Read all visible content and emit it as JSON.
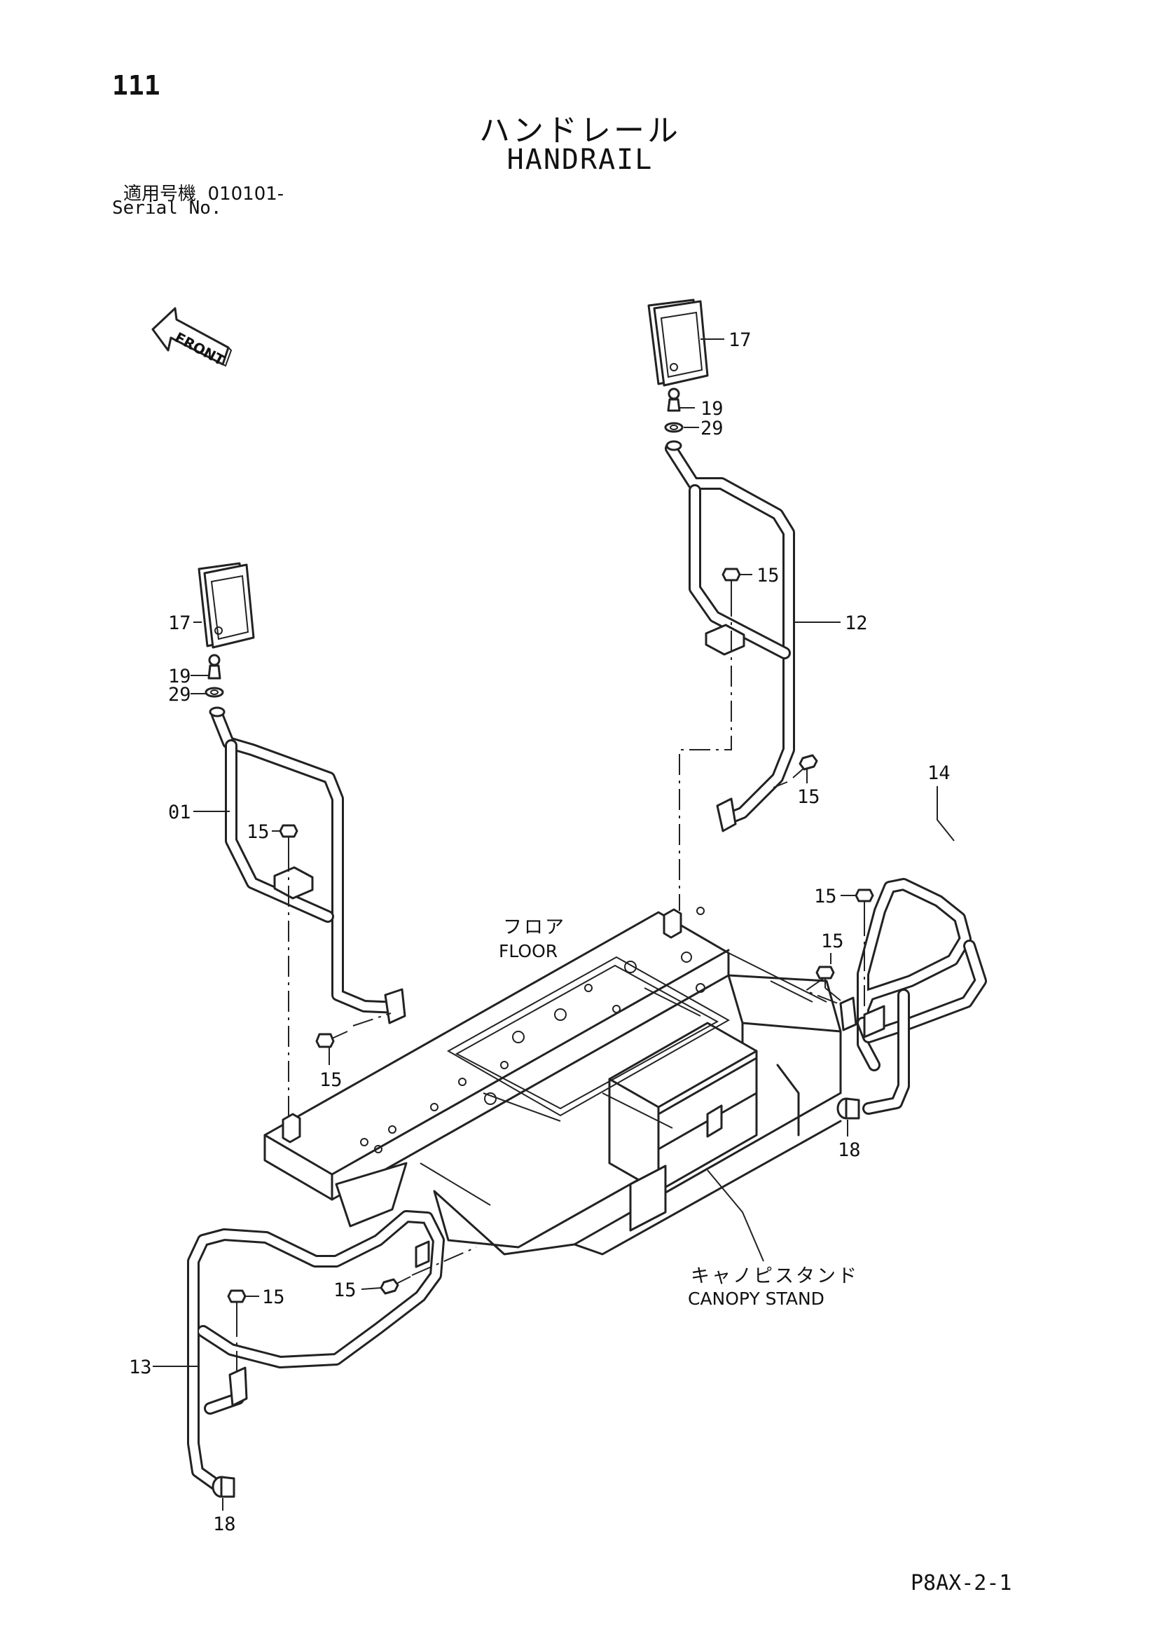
{
  "header": {
    "page_number": "111",
    "title_jp": "ハンドレール",
    "title_en": "HANDRAIL",
    "serial_label_jp": "適用号機",
    "serial_value": "010101-",
    "serial_label_en": "Serial No."
  },
  "direction": {
    "label": "FRONT"
  },
  "assemblies": {
    "floor": {
      "label_jp": "フロア",
      "label_en": "FLOOR"
    },
    "canopy_stand": {
      "label_jp": "キャノピスタンド",
      "label_en": "CANOPY STAND"
    }
  },
  "callouts": {
    "mirror_right": "17",
    "stud_right": "19",
    "washer_right": "29",
    "bolt_rail12_top": "15",
    "rail_12": "12",
    "bolt_rail12_bottom": "15",
    "mirror_left": "17",
    "stud_left": "19",
    "washer_left": "29",
    "rail_01": "01",
    "bolt_rail01_top": "15",
    "bolt_rail01_bottom": "15",
    "rail_14": "14",
    "bolt_rail14_a": "15",
    "bolt_rail14_b": "15",
    "cap_right": "18",
    "bolt_rail13_top": "15",
    "bolt_rail13_side": "15",
    "rail_13": "13",
    "cap_left": "18"
  },
  "footer": {
    "drawing_code": "P8AX-2-1"
  }
}
